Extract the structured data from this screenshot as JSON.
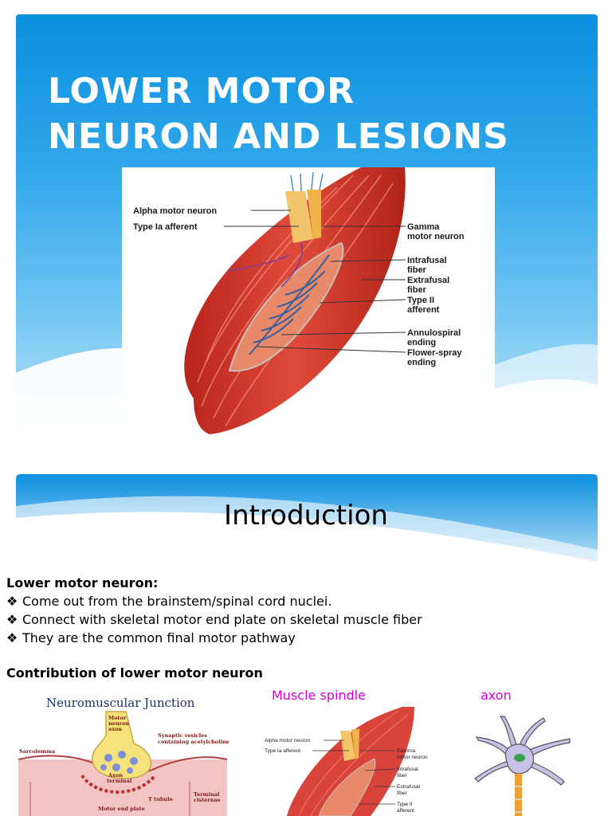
{
  "slide1": {
    "title_line1": "LOWER MOTOR",
    "title_line2": "NEURON AND LESIONS",
    "figure_labels": {
      "alpha": "Alpha motor neuron",
      "type_ia": "Type Ia afferent",
      "gamma1": "Gamma",
      "gamma2": "motor neuron",
      "intrafusal1": "Intrafusal",
      "intrafusal2": "fiber",
      "extrafusal1": "Extrafusal",
      "extrafusal2": "fiber",
      "type2_1": "Type II",
      "type2_2": "afferent",
      "annulo1": "Annulospiral",
      "annulo2": "ending",
      "flower1": "Flower-spray",
      "flower2": "ending"
    }
  },
  "slide2": {
    "title": "Introduction",
    "lmn_heading": "Lower motor neuron:",
    "bullet_mark": "❖",
    "bullets": [
      "Come out from the brainstem/spinal cord nuclei.",
      "Connect  with skeletal motor end plate on skeletal muscle fiber",
      "They are the common final motor pathway"
    ],
    "contribution_heading": "Contribution of lower motor neuron",
    "captions": {
      "spindle": "Muscle spindle",
      "axon": "axon"
    },
    "nmj": {
      "title": "Neuromuscular Junction",
      "labels": {
        "motor1": "Motor",
        "motor2": "neuron",
        "motor3": "axon",
        "synaptic1": "Synaptic vesicles",
        "synaptic2": "containing acetylcholine",
        "sarcolemma": "Sarcolemma",
        "axon_terminal1": "Axon",
        "axon_terminal2": "terminal",
        "t_tubule": "T tubule",
        "terminal1": "Terminal",
        "terminal2": "cisternae",
        "end_plate": "Motor end plate"
      }
    },
    "small_figure_labels": {
      "alpha": "Alpha motor neuron",
      "type_ia": "Type Ia afferent",
      "gamma1": "Gamma",
      "gamma2": "motor neuron",
      "intrafusal1": "Intrafusal",
      "intrafusal2": "fiber",
      "extrafusal1": "Extrafusal",
      "extrafusal2": "fiber",
      "type2_1": "Type II",
      "type2_2": "afferent"
    }
  }
}
